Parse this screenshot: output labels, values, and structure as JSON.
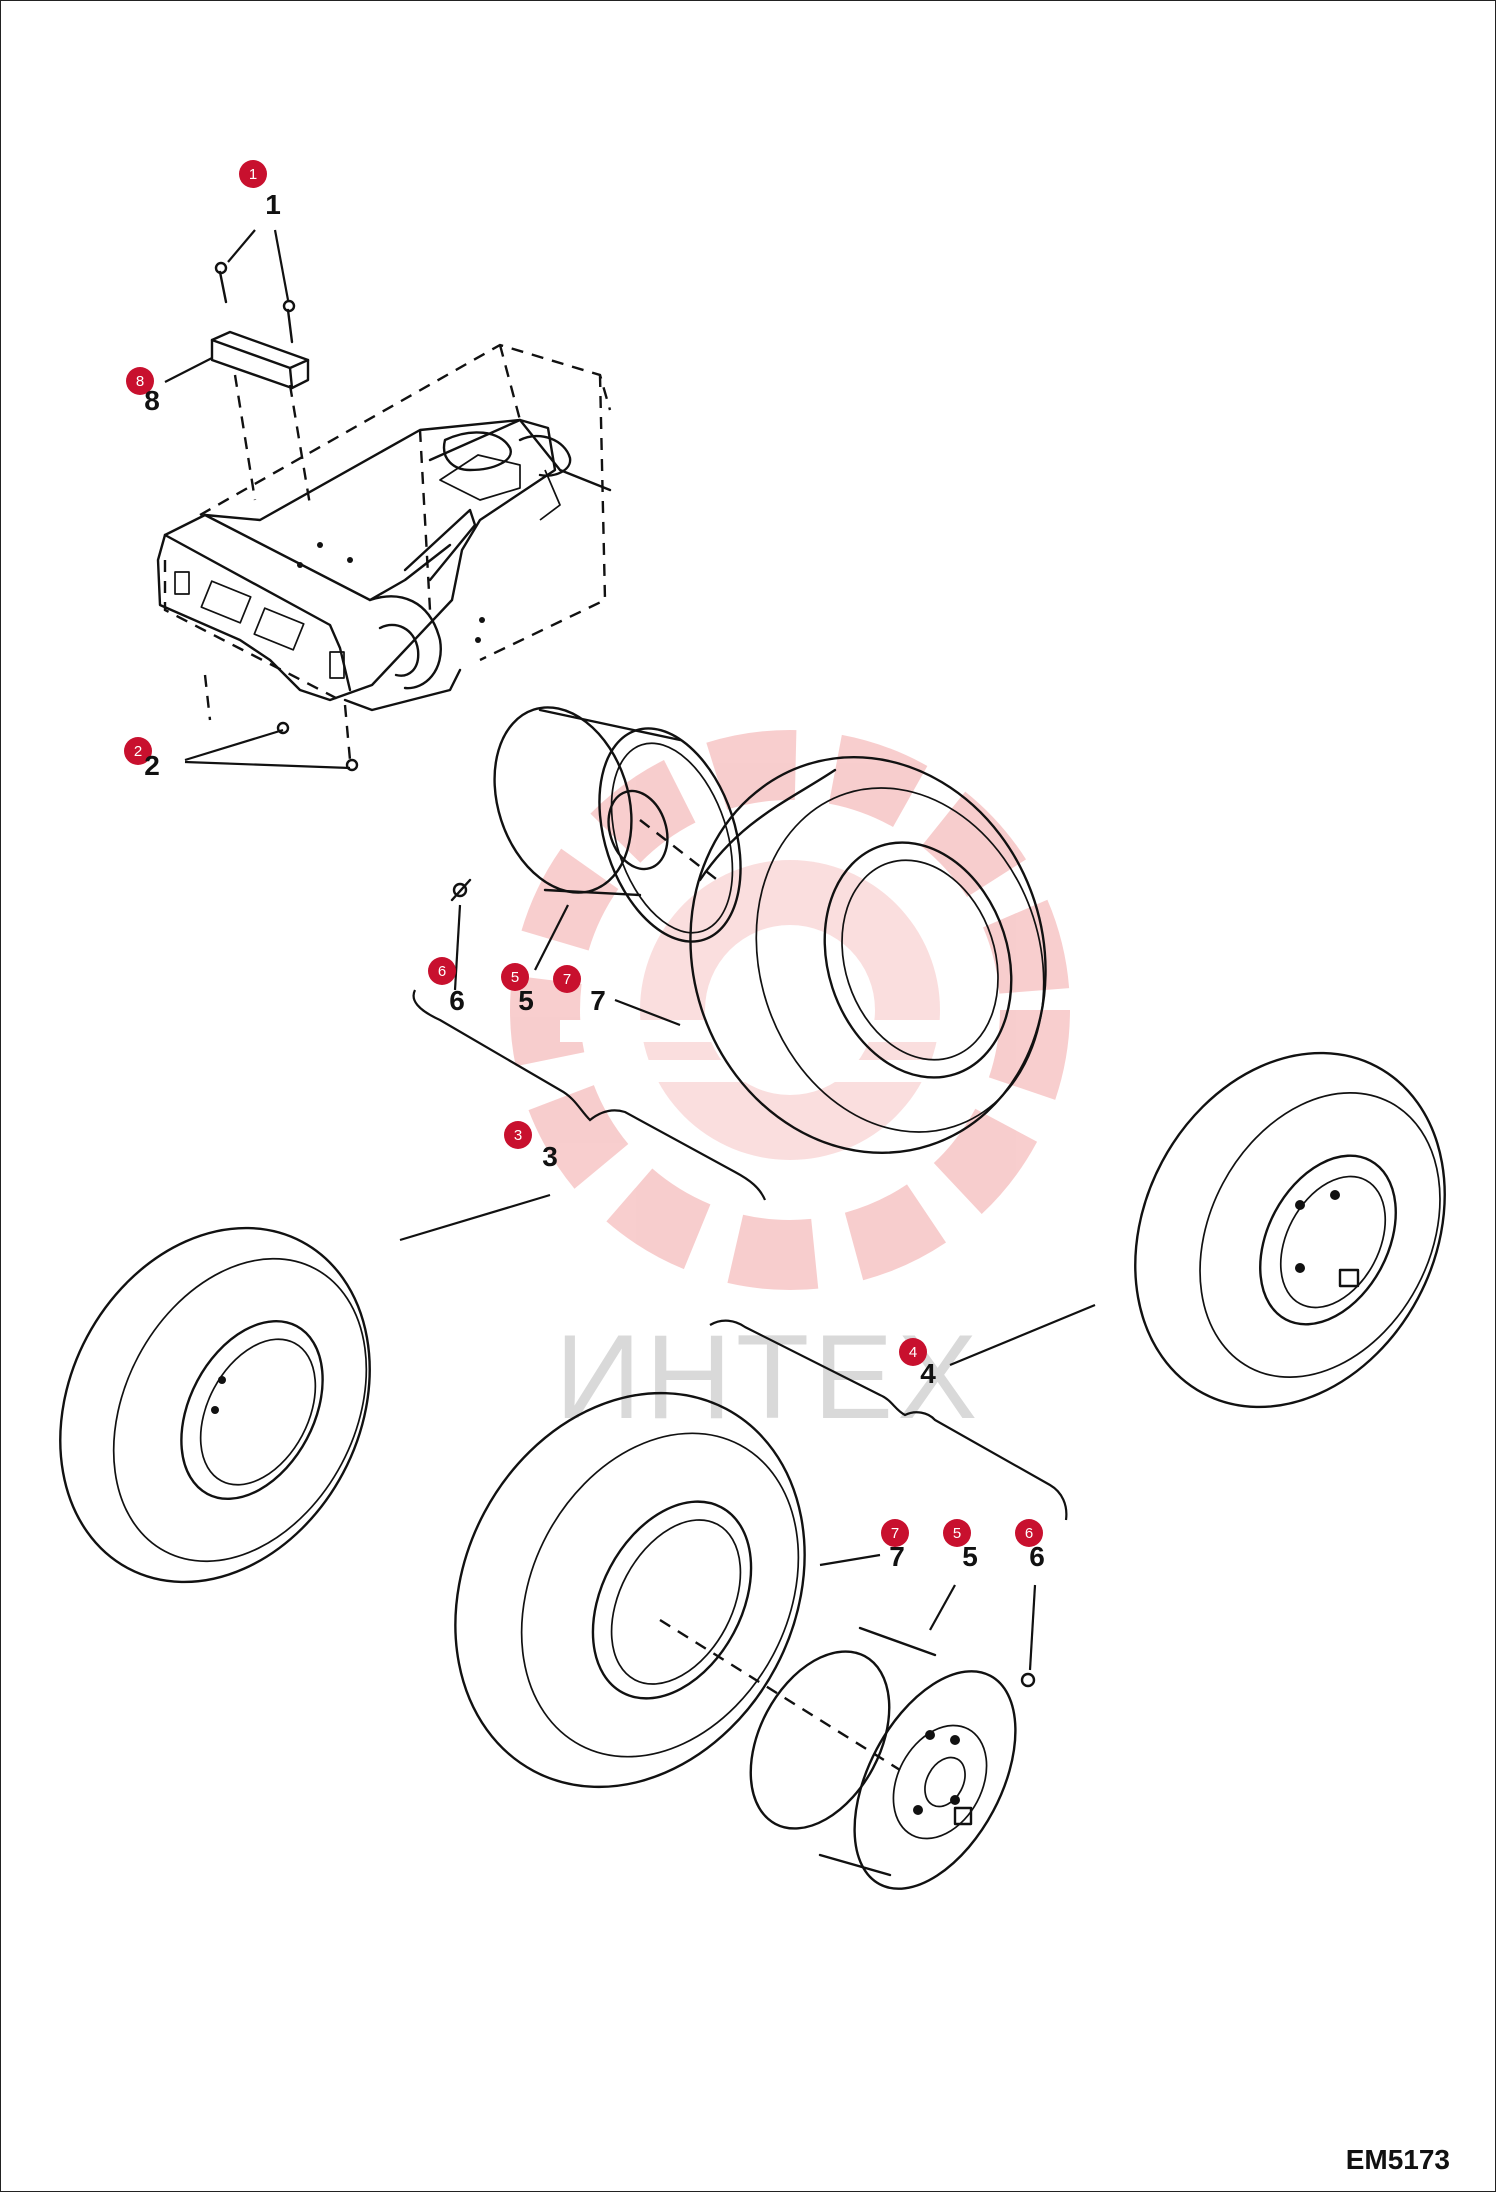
{
  "drawing_code": "EM5173",
  "watermark": "ИНТЕХ",
  "colors": {
    "badge": "#c8102e",
    "line": "#111111",
    "watermark_logo": "#f5b5b5",
    "watermark_text": "#d9d9d9"
  },
  "callouts": [
    {
      "id": "c1",
      "badge": "1",
      "label": "1"
    },
    {
      "id": "c8",
      "badge": "8",
      "label": "8"
    },
    {
      "id": "c2",
      "badge": "2",
      "label": "2"
    },
    {
      "id": "c6a",
      "badge": "6",
      "label": "6"
    },
    {
      "id": "c5a",
      "badge": "5",
      "label": "5"
    },
    {
      "id": "c7a",
      "badge": "7",
      "label": "7"
    },
    {
      "id": "c3",
      "badge": "3",
      "label": "3"
    },
    {
      "id": "c4",
      "badge": "4",
      "label": "4"
    },
    {
      "id": "c7b",
      "badge": "7",
      "label": "7"
    },
    {
      "id": "c5b",
      "badge": "5",
      "label": "5"
    },
    {
      "id": "c6b",
      "badge": "6",
      "label": "6"
    }
  ]
}
